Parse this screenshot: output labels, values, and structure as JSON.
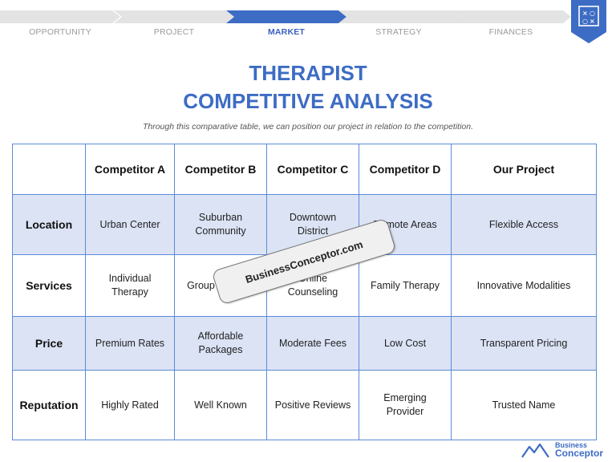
{
  "nav": {
    "steps": [
      {
        "label": "OPPORTUNITY"
      },
      {
        "label": "PROJECT"
      },
      {
        "label": "MARKET"
      },
      {
        "label": "STRATEGY"
      },
      {
        "label": "FINANCES"
      }
    ],
    "active_index": 2,
    "colors": {
      "inactive": "#e3e3e3",
      "active": "#3d6cc4"
    }
  },
  "title": {
    "line1": "THERAPIST",
    "line2": "COMPETITIVE ANALYSIS"
  },
  "subtitle": "Through this comparative table, we can position our project in relation to the competition.",
  "table": {
    "headers": [
      "",
      "Competitor A",
      "Competitor B",
      "Competitor C",
      "Competitor D",
      "Our Project"
    ],
    "rows": [
      {
        "label": "Location",
        "cells": [
          "Urban Center",
          "Suburban Community",
          "Downtown District",
          "Remote Areas",
          "Flexible Access"
        ]
      },
      {
        "label": "Services",
        "cells": [
          "Individual Therapy",
          "Group Therapy",
          "Online Counseling",
          "Family Therapy",
          "Innovative Modalities"
        ]
      },
      {
        "label": "Price",
        "cells": [
          "Premium Rates",
          "Affordable Packages",
          "Moderate Fees",
          "Low Cost",
          "Transparent Pricing"
        ]
      },
      {
        "label": "Reputation",
        "cells": [
          "Highly Rated",
          "Well Known",
          "Positive Reviews",
          "Emerging Provider",
          "Trusted Name"
        ]
      }
    ],
    "colors": {
      "border": "#5b8bd6",
      "shade": "#dbe3f5"
    }
  },
  "watermark": "BusinessConceptor.com",
  "brand": {
    "line1": "Business",
    "line2": "Conceptor"
  }
}
